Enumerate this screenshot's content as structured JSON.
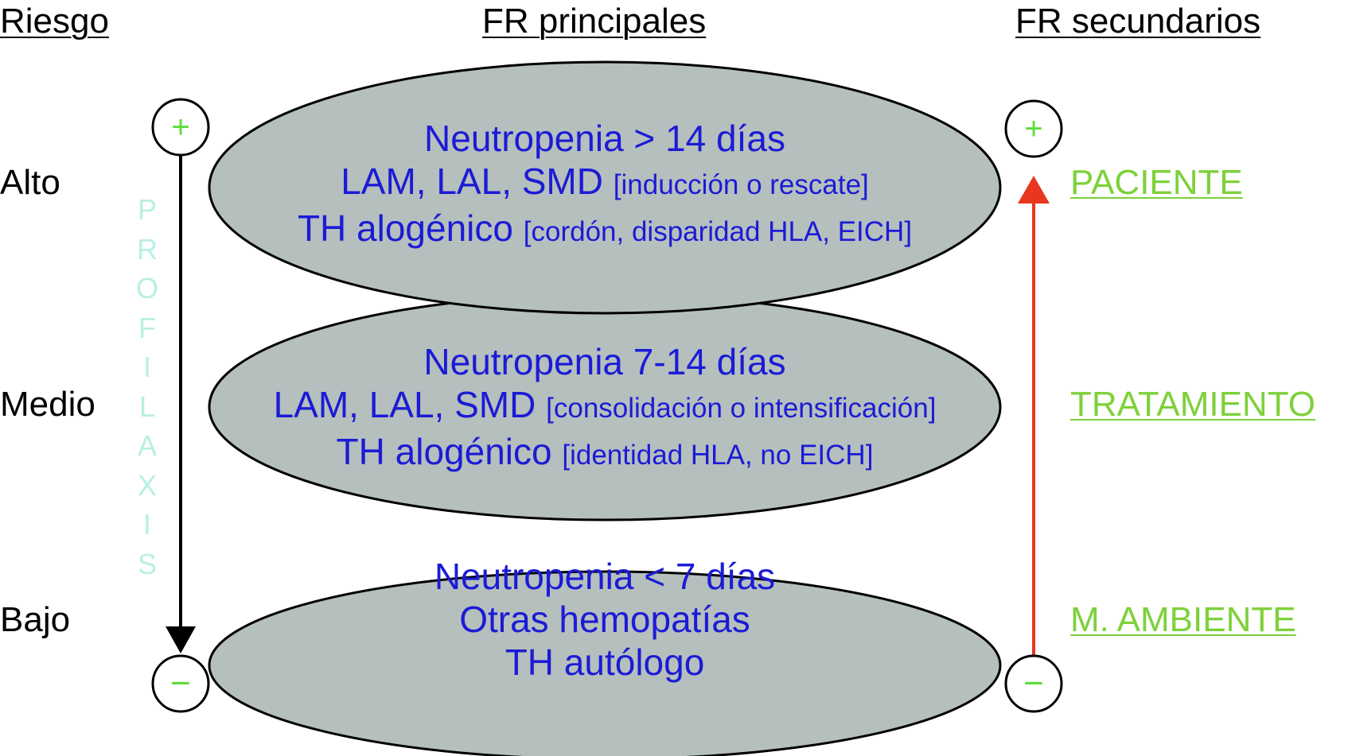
{
  "headers": {
    "risk": "Riesgo",
    "primary": "FR principales",
    "secondary": "FR secundarios"
  },
  "risk_levels": {
    "high": "Alto",
    "medium": "Medio",
    "low": "Bajo"
  },
  "prophylaxis_letters": [
    "P",
    "R",
    "O",
    "F",
    "I",
    "L",
    "A",
    "X",
    "I",
    "S"
  ],
  "left_scale": {
    "top_symbol": "+",
    "bottom_symbol": "−"
  },
  "right_scale": {
    "top_symbol": "+",
    "bottom_symbol": "−"
  },
  "levels": [
    {
      "line1": "Neutropenia > 14 días",
      "line2_main": "LAM, LAL, SMD",
      "line2_detail": "[inducción o rescate]",
      "line3_main": "TH alogénico",
      "line3_detail": "[cordón, disparidad HLA, EICH]"
    },
    {
      "line1": "Neutropenia 7-14 días",
      "line2_main": "LAM, LAL, SMD",
      "line2_detail": "[consolidación o intensificación]",
      "line3_main": "TH alogénico",
      "line3_detail": "[identidad HLA, no EICH]"
    },
    {
      "line1": "Neutropenia < 7 días",
      "line2_main": "Otras hemopatías",
      "line3_main": "TH autólogo"
    }
  ],
  "secondary_factors": {
    "patient": "PACIENTE",
    "treatment": "TRATAMIENTO",
    "environment": "M. AMBIENTE"
  },
  "colors": {
    "ellipse_fill": "#b5bfbd",
    "main_text": "#1b1bd6",
    "secondary_text": "#7dd13a",
    "plus_minus": "#5ddc3a",
    "prophylaxis_text": "#b8efe4",
    "red_arrow": "#e8371e",
    "black_arrow": "#000000"
  }
}
